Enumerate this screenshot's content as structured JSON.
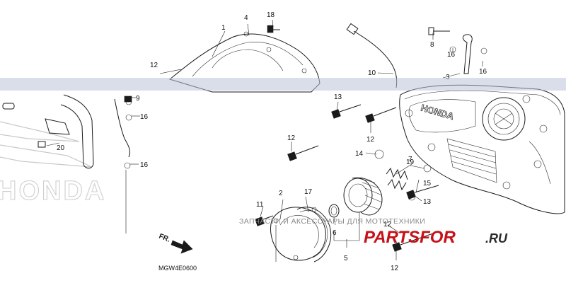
{
  "diagram": {
    "drawing_code": "MGW4E0600",
    "front_indicator": "FR.",
    "cover_brand_marking": "HONDA",
    "background_marking": "HONDA",
    "callouts": [
      "1",
      "2",
      "3",
      "4",
      "5",
      "6",
      "7",
      "8",
      "9",
      "10",
      "11",
      "12",
      "13",
      "14",
      "15",
      "16",
      "17",
      "18",
      "19",
      "20"
    ]
  },
  "watermark": {
    "caption": "ЗАПЧАСТИ И АКСЕССУАРЫ ДЛЯ МОТОТЕХНИКИ",
    "logo_main": "PARTSFOR",
    "logo_tld": ".RU"
  },
  "colors": {
    "line": "#1a1a1a",
    "band": "#b9c2d8",
    "logo_red": "#c41218"
  },
  "icons": [
    "front-direction-arrow-icon"
  ]
}
